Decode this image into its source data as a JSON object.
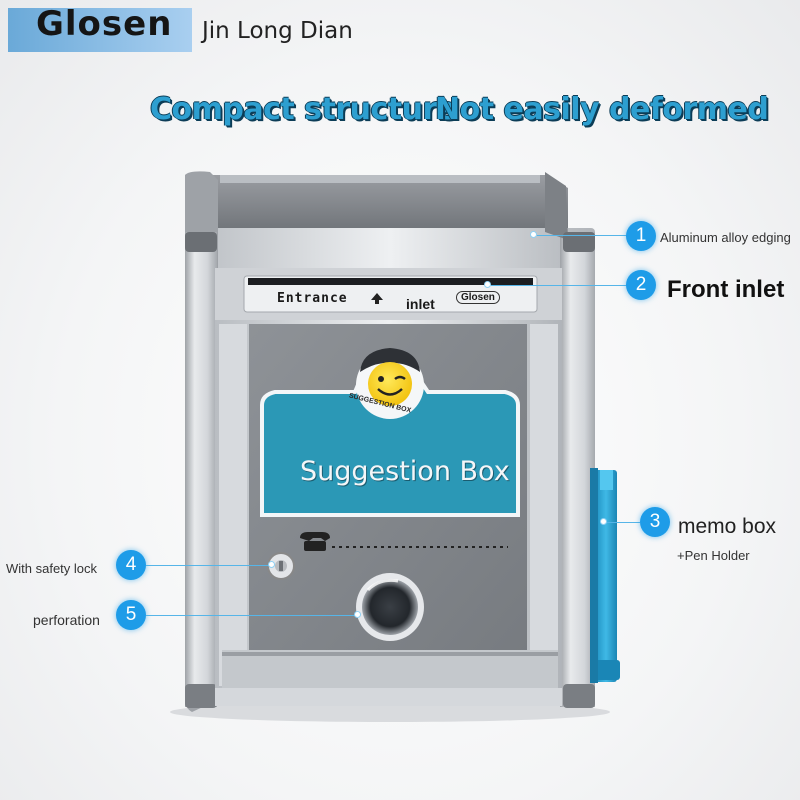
{
  "header": {
    "brand_logo": "Glosen",
    "brand_name": "Jin Long Dian",
    "headline_left": "Compact structure",
    "headline_right": "Not easily deformed"
  },
  "product": {
    "slot_label": "Entrance",
    "slot_inlet": "inlet",
    "slot_brand": "Glosen",
    "panel_title": "Suggestion Box",
    "mascot_text": "SUGGESTION BOX",
    "colors": {
      "frame": "#c9ccd0",
      "panel": "#85898e",
      "banner": "#2b98b6",
      "holder": "#2aa7d6"
    }
  },
  "callouts": [
    {
      "num": "1",
      "label": "Aluminum alloy edging"
    },
    {
      "num": "2",
      "label": "Front inlet"
    },
    {
      "num": "3",
      "label": "memo box",
      "sub": "+Pen Holder"
    },
    {
      "num": "4",
      "label": "With safety lock"
    },
    {
      "num": "5",
      "label": "perforation"
    }
  ],
  "icons": [
    "phone-icon",
    "arrow-up-icon",
    "smiley-mascot-icon",
    "lock-icon"
  ]
}
